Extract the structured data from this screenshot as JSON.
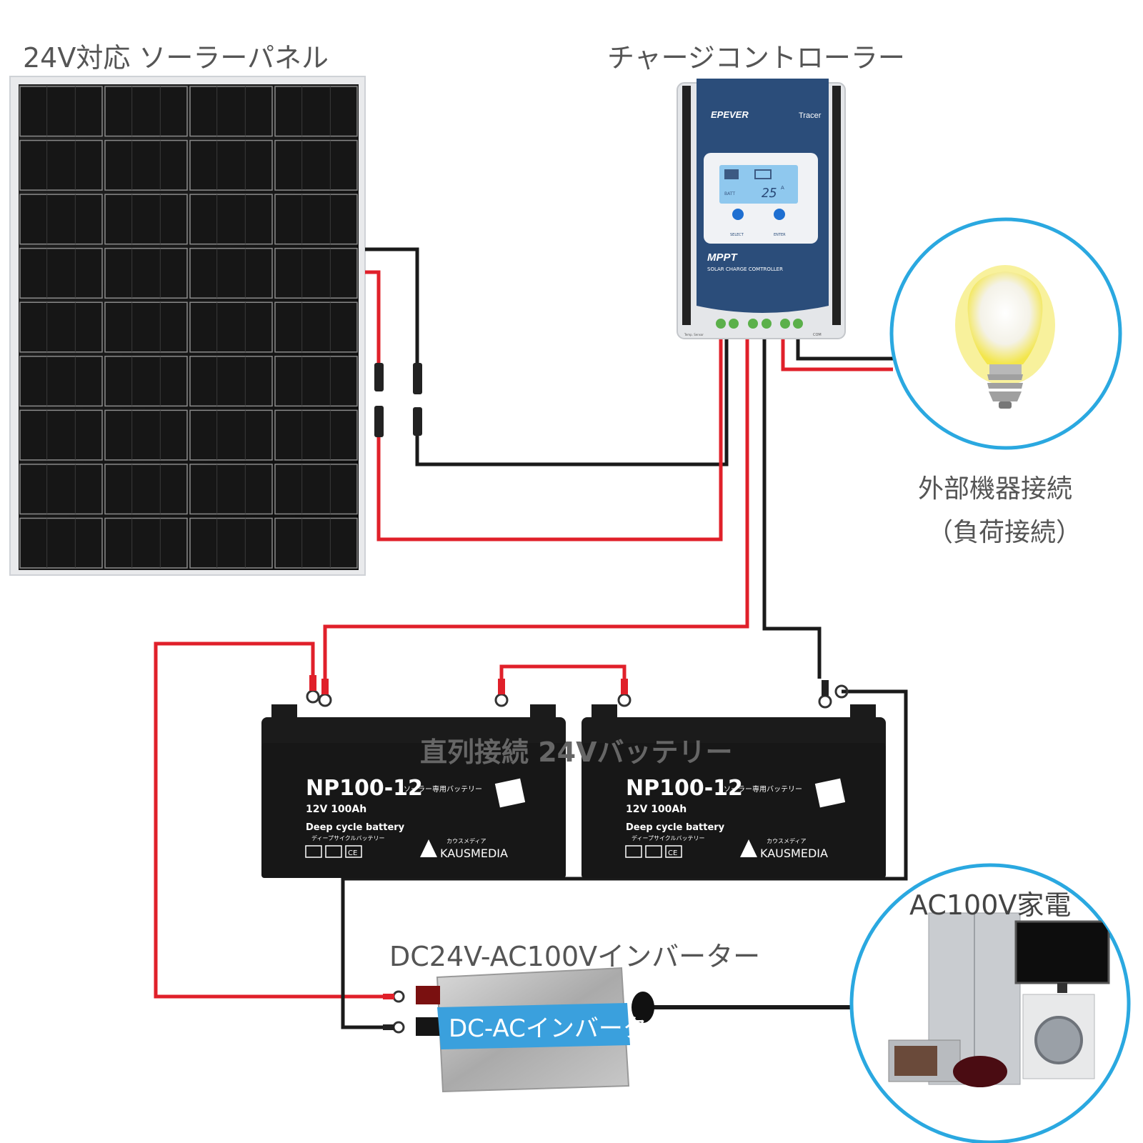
{
  "labels": {
    "solar_panel": "24V対応 ソーラーパネル",
    "charge_controller": "チャージコントローラー",
    "load_line1": "外部機器接続",
    "load_line2": "（負荷接続）",
    "battery_bank": "直列接続 24Vバッテリー",
    "appliances": "AC100V家電",
    "inverter": "DC24V-AC100Vインバーター"
  },
  "controller": {
    "brand": "EPEVER",
    "series": "Tracer",
    "lcd_value": "25",
    "lcd_unit": "A",
    "lcd_small": "BATT",
    "button_left": "SELECT",
    "button_right": "ENTER",
    "type": "MPPT",
    "subtitle": "SOLAR CHARGE COMTROLLER",
    "temp_sensor": "Temp. Sensor",
    "com": "COM"
  },
  "batteries": [
    {
      "model": "NP100-12",
      "tag": "ソーラー専用バッテリー",
      "spec": "12V 100Ah",
      "type": "Deep cycle battery",
      "type_jp": "ディープサイクルバッテリー",
      "brand_jp": "カウスメディア",
      "brand": "KAUSMEDIA",
      "mark": "CE"
    },
    {
      "model": "NP100-12",
      "tag": "ソーラー専用バッテリー",
      "spec": "12V 100Ah",
      "type": "Deep cycle battery",
      "type_jp": "ディープサイクルバッテリー",
      "brand_jp": "カウスメディア",
      "brand": "KAUSMEDIA",
      "mark": "CE"
    }
  ],
  "inverter": {
    "band_text": "DC-ACインバーター"
  },
  "colors": {
    "positive_wire": "#e0202a",
    "negative_wire": "#1a1a1a",
    "controller_blue": "#2b4d7a",
    "circle_border": "#2aa8e0",
    "battery_body": "#1b1b1b",
    "inverter_band": "#3aa0dd"
  }
}
